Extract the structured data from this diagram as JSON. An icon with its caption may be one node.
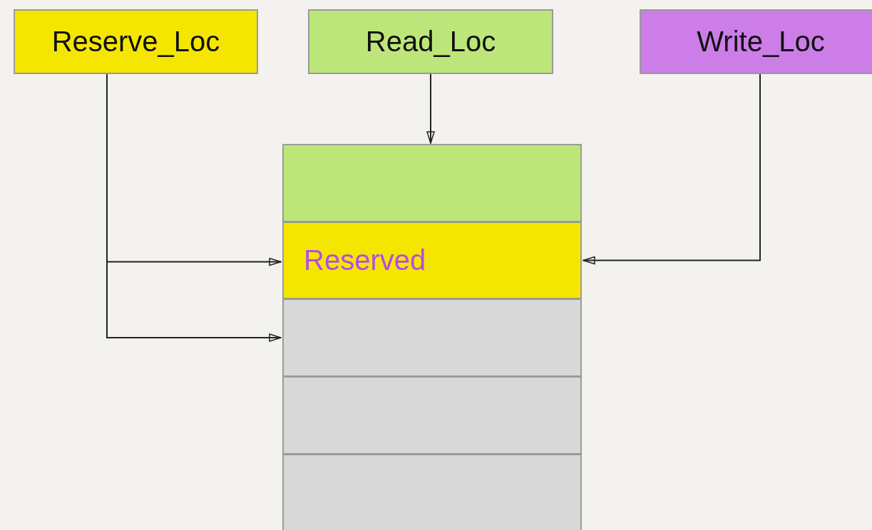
{
  "diagram": {
    "nodes": [
      {
        "text": [
          "Reserve_Loc"
        ]
      },
      {
        "text": [
          "Read_Loc"
        ]
      },
      {
        "text": [
          "Write_Loc"
        ]
      },
      {
        "text": [],
        "shape": "box"
      },
      {
        "text": [
          "Reserved"
        ]
      },
      {
        "text": [],
        "shape": "box"
      },
      {
        "text": [],
        "shape": "box"
      },
      {
        "text": [],
        "shape": "box"
      }
    ],
    "edges": [
      {
        "from": 1,
        "to": 3,
        "arrow": "to"
      },
      {
        "from": 0,
        "to": 4,
        "arrow": "to"
      },
      {
        "from": 0,
        "to": 5,
        "arrow": "to"
      },
      {
        "from": 2,
        "to": 4,
        "arrow": "to"
      }
    ]
  }
}
